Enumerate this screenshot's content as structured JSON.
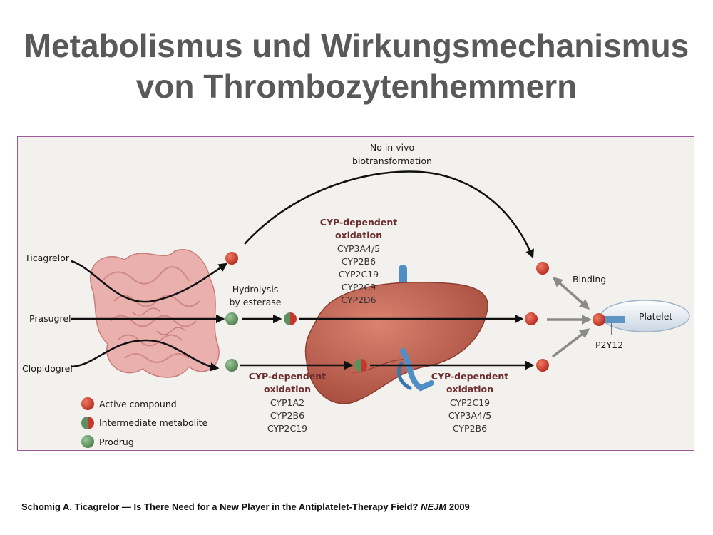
{
  "title": {
    "line1": "Metabolismus und Wirkungsmechanismus",
    "line2": "von Thrombozytenhemmern"
  },
  "diagram": {
    "drugs": {
      "ticagrelor": "Ticagrelor",
      "prasugrel": "Prasugrel",
      "clopidogrel": "Clopidogrel"
    },
    "no_transformation": {
      "line1": "No in vivo",
      "line2": "biotransformation"
    },
    "hydrolysis": {
      "line1": "Hydrolysis",
      "line2": "by esterase"
    },
    "cyp_top": {
      "heading1": "CYP-dependent",
      "heading2": "oxidation",
      "enzymes": [
        "CYP3A4/5",
        "CYP2B6",
        "CYP2C19",
        "CYP2C9",
        "CYP2D6"
      ]
    },
    "cyp_bottom_left": {
      "heading1": "CYP-dependent",
      "heading2": "oxidation",
      "enzymes": [
        "CYP1A2",
        "CYP2B6",
        "CYP2C19"
      ]
    },
    "cyp_bottom_right": {
      "heading1": "CYP-dependent",
      "heading2": "oxidation",
      "enzymes": [
        "CYP2C19",
        "CYP3A4/5",
        "CYP2B6"
      ]
    },
    "binding": "Binding",
    "platelet": "Platelet",
    "receptor": "P2Y12",
    "legend": {
      "active": "Active compound",
      "intermediate": "Intermediate metabolite",
      "prodrug": "Prodrug"
    },
    "colors": {
      "active": "#c8372d",
      "prodrug": "#5e8f5e",
      "liver": "#b9594a",
      "vessel": "#4f8fc4",
      "intestine": "#e5a3a3",
      "frame_border": "#9b5b9b"
    }
  },
  "citation": {
    "text": "Schomig A. Ticagrelor — Is There Need for a New Player in the Antiplatelet-Therapy Field?",
    "journal": "NEJM",
    "year": "2009"
  }
}
